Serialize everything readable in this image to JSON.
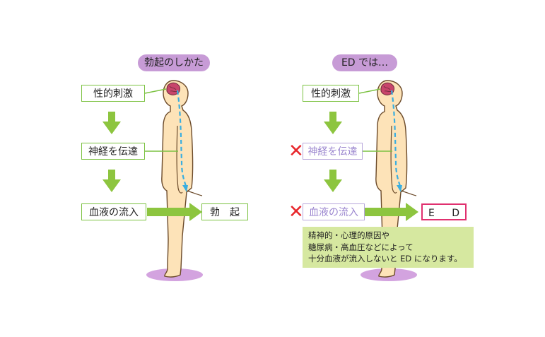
{
  "left_panel": {
    "title": "勃起のしかた",
    "steps": [
      "性的刺激",
      "神経を伝達",
      "血液の流入"
    ],
    "result": "勃　起"
  },
  "right_panel": {
    "title": "ED では…",
    "steps": [
      "性的刺激",
      "神経を伝達",
      "血液の流入"
    ],
    "result": "E D",
    "note_lines": [
      "精神的・心理的原因や",
      "糖尿病・高血圧などによって",
      "十分血液が流入しないと ED になります。"
    ]
  },
  "colors": {
    "accent_green": "#7cc242",
    "pill_purple": "#c79bd6",
    "skin": "#fde3b8",
    "nerve_blue": "#3aaee0",
    "cross_red": "#e8262b",
    "ed_border": "#e0306f"
  },
  "icons": [
    "down-arrow-icon",
    "right-arrow-icon",
    "x-mark-icon",
    "brain-icon",
    "human-body-icon"
  ]
}
